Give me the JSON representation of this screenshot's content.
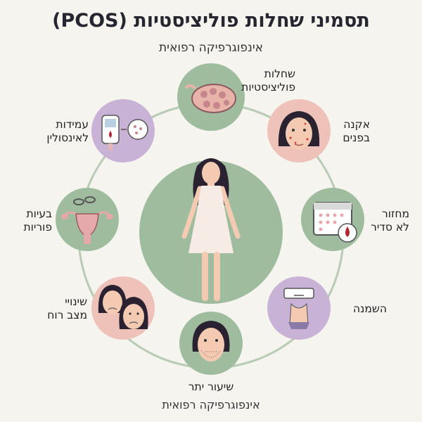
{
  "header": {
    "title": "תסמיני שחלות פוליציסטיות (PCOS)",
    "subtitle": "אינפוגרפיקה רפואית"
  },
  "footer": {
    "text": "אינפוגרפיקה רפואית"
  },
  "colors": {
    "background": "#f6f4ef",
    "ring": "#b7cbb5",
    "green": "#9fbd9e",
    "pink": "#eec2b9",
    "lavender": "#c8b2d6",
    "skin": "#f4cbb2",
    "hair": "#2a2230",
    "dress": "#f6ece5"
  },
  "center": {
    "icon": "woman-figure-icon"
  },
  "symptoms": [
    {
      "id": "ovaries",
      "lines": [
        "שחלות",
        "פוליציסטיות"
      ],
      "icon": "polycystic-ovary-icon",
      "tone": "green"
    },
    {
      "id": "acne",
      "lines": [
        "אקנה",
        "בפנים"
      ],
      "icon": "acne-face-icon",
      "tone": "pink"
    },
    {
      "id": "cycle",
      "lines": [
        "מחזור",
        "לא סדיר"
      ],
      "icon": "calendar-drop-icon",
      "tone": "green"
    },
    {
      "id": "weight",
      "lines": [
        "השמנה"
      ],
      "icon": "scale-waist-icon",
      "tone": "lavender"
    },
    {
      "id": "hair",
      "lines": [
        "שיעור יתר"
      ],
      "icon": "facial-hair-icon",
      "tone": "green"
    },
    {
      "id": "mood",
      "lines": [
        "שינויי",
        "מצב רוח"
      ],
      "icon": "sad-faces-icon",
      "tone": "pink"
    },
    {
      "id": "fertility",
      "lines": [
        "בעיות",
        "פוריות"
      ],
      "icon": "uterus-broken-chain-icon",
      "tone": "green"
    },
    {
      "id": "insulin",
      "lines": [
        "עמידות",
        "לאינסולין"
      ],
      "icon": "glucose-meter-icon",
      "tone": "lavender"
    }
  ]
}
